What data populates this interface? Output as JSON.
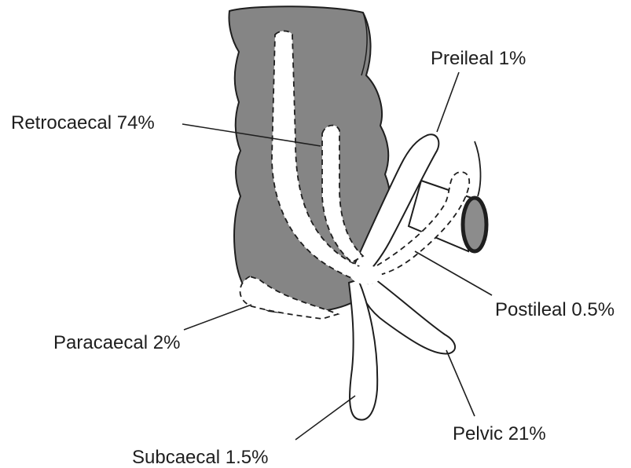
{
  "colors": {
    "caecum": "#858585",
    "outline": "#1e1e1e",
    "appendix": "#ffffff",
    "ileum_lumen": "#8c8c8c"
  },
  "labels": {
    "retrocaecal": "Retrocaecal 74%",
    "preileal": "Preileal 1%",
    "postileal": "Postileal 0.5%",
    "paracaecal": "Paracaecal 2%",
    "pelvic": "Pelvic 21%",
    "subcaecal": "Subcaecal 1.5%"
  }
}
